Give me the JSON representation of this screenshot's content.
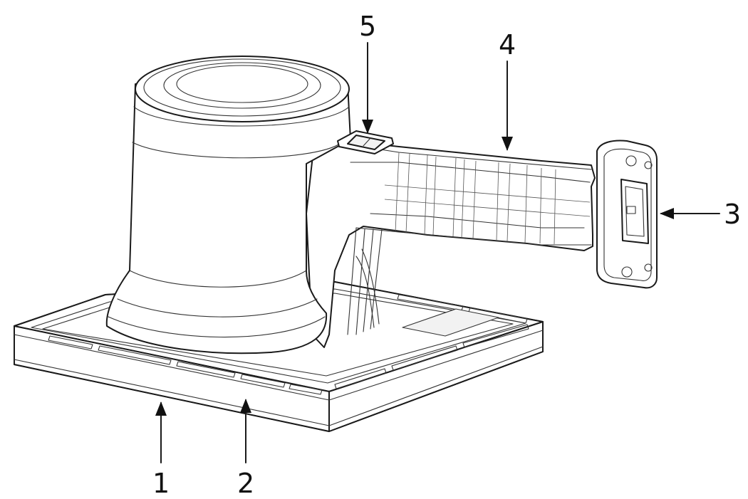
{
  "figure": {
    "callouts": [
      {
        "id": "1",
        "text": "1"
      },
      {
        "id": "2",
        "text": "2"
      },
      {
        "id": "3",
        "text": "3"
      },
      {
        "id": "4",
        "text": "4"
      },
      {
        "id": "5",
        "text": "5"
      }
    ]
  },
  "colors": {
    "line": "#1a1a1a",
    "background": "#ffffff"
  }
}
